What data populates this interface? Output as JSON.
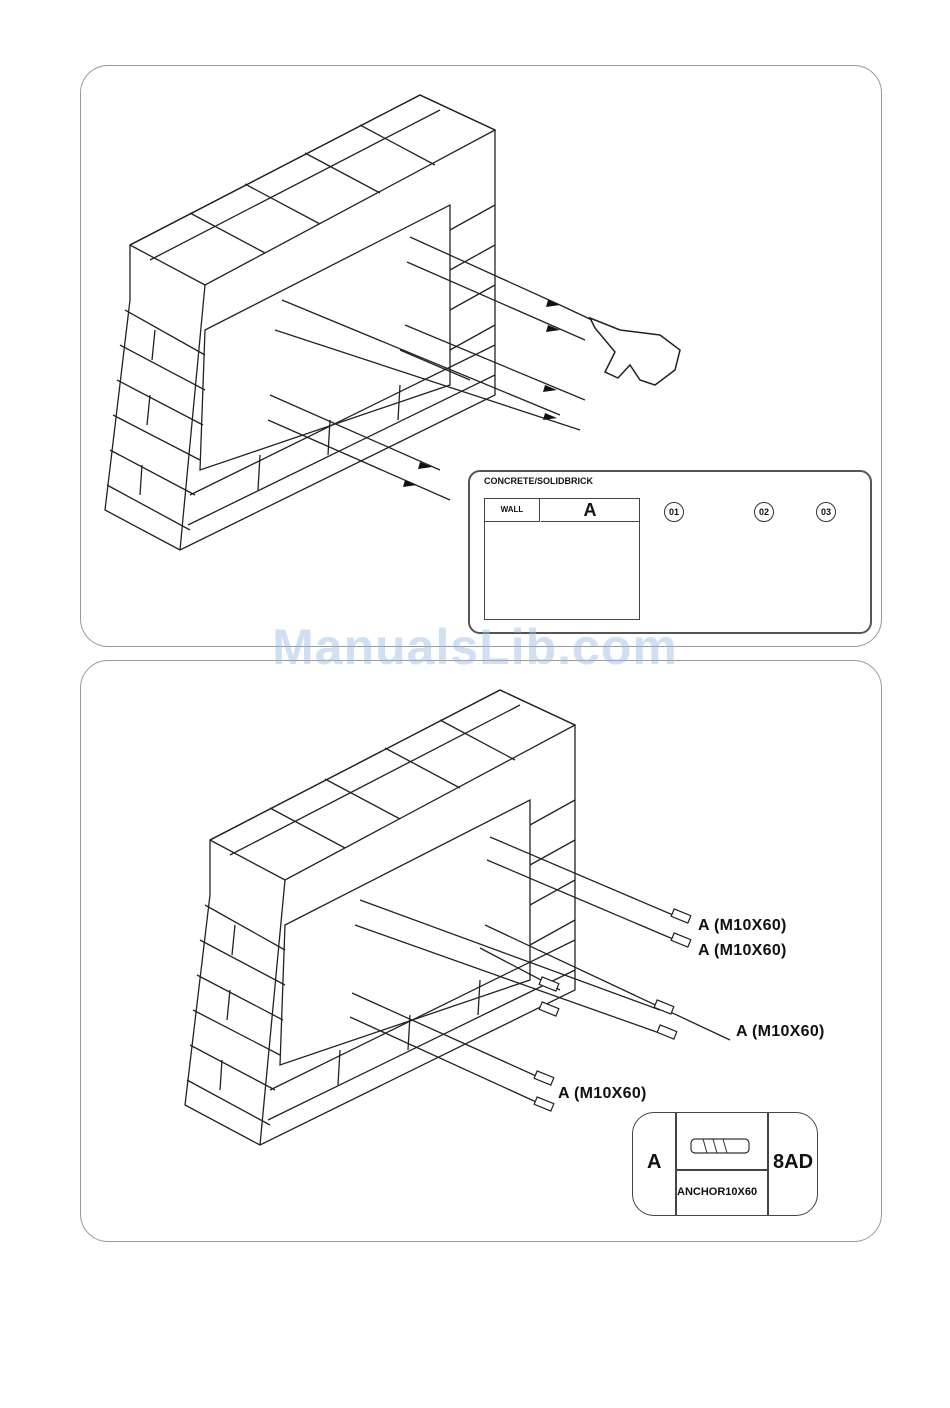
{
  "panel_top": {
    "legend": {
      "title": "CONCRETE/SOLIDBRICK",
      "wall_header": "WALL",
      "part_header": "A",
      "steps": [
        "01",
        "02",
        "03"
      ]
    }
  },
  "panel_bottom": {
    "callouts": [
      "A (M10X60)",
      "A (M10X60)",
      "A (M10X60)",
      "A (M10X60)"
    ],
    "legend": {
      "part": "A",
      "name": "ANCHOR10X60",
      "code": "8AD"
    }
  },
  "watermark": "ManualsLib.com",
  "icons": [
    "brick-wall-illustration",
    "drill-icon",
    "anchor-icon"
  ]
}
